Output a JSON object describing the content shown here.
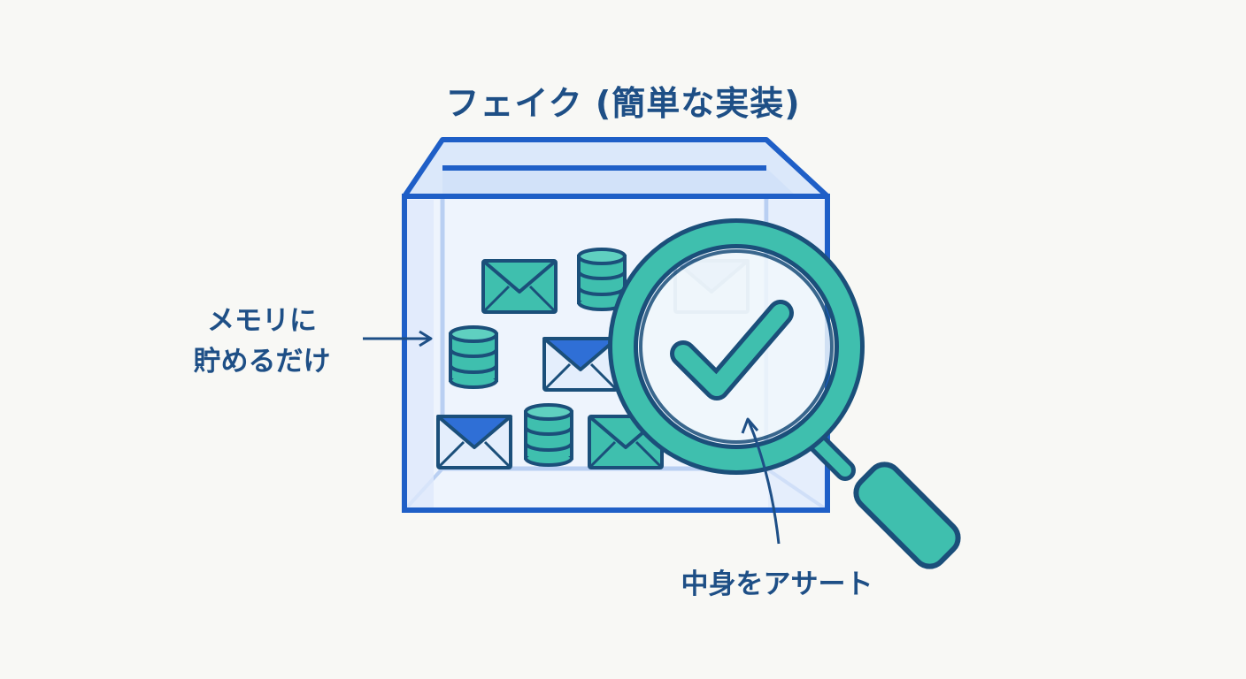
{
  "title": "フェイク (簡単な実装)",
  "labels": {
    "store_line1": "メモリに",
    "store_line2": "貯めるだけ",
    "assert": "中身をアサート"
  },
  "colors": {
    "box_blue": "#1f5fc7",
    "text_navy": "#1e4f86",
    "teal": "#3fbfae",
    "dark_teal": "#1b5a78",
    "background": "#f8f8f5"
  },
  "icons": [
    "envelope-icon",
    "database-icon",
    "magnifier-icon",
    "checkmark-icon"
  ]
}
